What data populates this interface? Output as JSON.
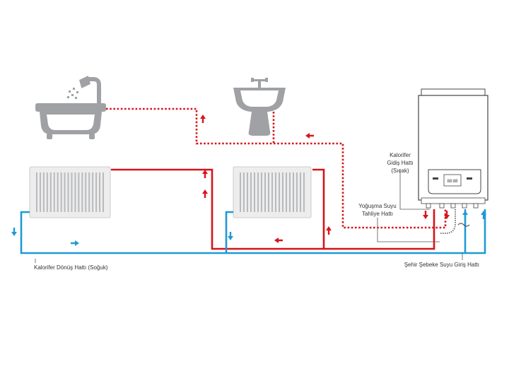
{
  "labels": {
    "return_line": "Kalorifer Dönüş Hattı (Soğuk)",
    "supply_line_1": "Kalorifer",
    "supply_line_2": "Gidiş Hattı",
    "supply_line_3": "(Sıcak)",
    "condensate_1": "Yoğuşma Suyu",
    "condensate_2": "Tahliye Hattı",
    "city_water": "Şehir Şebeke Suyu Giriş Hattı",
    "boiler_display": "88:88"
  },
  "colors": {
    "hot": "#d7141a",
    "cold": "#1e9ad6",
    "fixture_gray": "#9fa1a4"
  },
  "icons": [
    "bathtub-icon",
    "shower-head-icon",
    "washbasin-icon",
    "radiator-icon",
    "boiler-icon",
    "arrow-icon"
  ]
}
